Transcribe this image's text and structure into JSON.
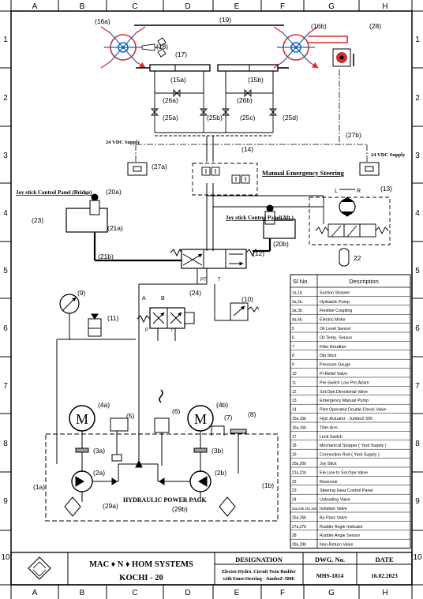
{
  "grid": {
    "columns": [
      "A",
      "B",
      "C",
      "D",
      "E",
      "F",
      "G",
      "H"
    ],
    "rows": [
      "1",
      "2",
      "3",
      "4",
      "5",
      "6",
      "7",
      "8",
      "9",
      "10"
    ]
  },
  "labels": {
    "l16a": "(16a)",
    "l19": "(19)",
    "l16b": "(16b)",
    "l28": "(28)",
    "l18": "(18)",
    "l17": "(17)",
    "l15a": "(15a)",
    "l15b": "(15b)",
    "l26a": "(26a)",
    "l26b": "(26b)",
    "l25a": "(25a)",
    "l25b": "(25b)",
    "l25c": "(25c)",
    "l25d": "(25d)",
    "l14": "(14)",
    "l27a": "(27a)",
    "l27b": "(27b)",
    "l13": "(13)",
    "l20a": "(20a)",
    "l23": "(23)",
    "l21a": "(21a)",
    "l21b": "(21b)",
    "l20b": "(20b)",
    "l12": "(12)",
    "l22": "22",
    "l9": "(9)",
    "l24": "(24)",
    "l10": "(10)",
    "l11": "(11)",
    "l4a": "(4a)",
    "l5": "(5)",
    "l6": "(6)",
    "l4b": "(4b)",
    "l7": "(7)",
    "l8": "(8)",
    "l3a": "(3a)",
    "l3b": "(3b)",
    "l2a": "(2a)",
    "l2b": "(2b)",
    "l1a": "(1a)",
    "l1b": "(1b)",
    "l29a": "(29a)",
    "l29b": "(29b)",
    "supply_left": "24 VDC Supply",
    "supply_right": "24 VDC Supply",
    "manual_steering": "Manual Emergency Steering",
    "joystick_bridge": "Joy stick Control Panel (Bridge)",
    "joystick_aft": "Joy stick Control Panel(Aft.)",
    "hpp": "HYDRAULIC POWER PACK",
    "m": "M",
    "lr_l": "L",
    "lr_r": "R",
    "ab_a": "A",
    "ab_b": "B",
    "p": "P",
    "t": "T",
    "pt": "PT"
  },
  "parts_table": {
    "header_no": "Sl No.",
    "header_desc": "Description",
    "rows": [
      {
        "no": "1a,1b.",
        "desc": "Suction Strainer"
      },
      {
        "no": "2a,2b.",
        "desc": "Hydraulic Pump"
      },
      {
        "no": "3a,3b.",
        "desc": "Flexible Coupling"
      },
      {
        "no": "4a,4b.",
        "desc": "Electric Motor"
      },
      {
        "no": "5",
        "desc": "Oil Level Sensor"
      },
      {
        "no": "6",
        "desc": "Oil Temp. Sensor"
      },
      {
        "no": "7",
        "desc": "Filler Breather"
      },
      {
        "no": "8",
        "desc": "Dip Stick"
      },
      {
        "no": "9",
        "desc": "Pressure Gauge"
      },
      {
        "no": "10",
        "desc": "Pr.Relief Valve"
      },
      {
        "no": "11",
        "desc": "Pre.Switch Low Pre.Alram"
      },
      {
        "no": "12",
        "desc": "Sol.Ope.Directional Valve"
      },
      {
        "no": "13",
        "desc": "Emergency Manual Pump"
      },
      {
        "no": "14",
        "desc": "Pilot Operated Double Check Valve"
      },
      {
        "no": "15a,15b",
        "desc": "Hyd. Actuator - JumboZ 500"
      },
      {
        "no": "16a,16b",
        "desc": "Tiller Arm"
      },
      {
        "no": "17",
        "desc": "Limit Switch"
      },
      {
        "no": "18",
        "desc": "Mechanical Stopper ( Yard Supply )"
      },
      {
        "no": "19",
        "desc": "Connection Rod ( Yard Supply )"
      },
      {
        "no": "20a,20b",
        "desc": "Joy Stick"
      },
      {
        "no": "21a,21b",
        "desc": "Ele.Line to Sol.Ope.Valve"
      },
      {
        "no": "22",
        "desc": "Reservoir"
      },
      {
        "no": "23",
        "desc": "Steering Gear Control Panel"
      },
      {
        "no": "24",
        "desc": "Unloading Valve"
      },
      {
        "no": "25a,25b 25c,25d",
        "desc": "Isolation Valve"
      },
      {
        "no": "26a,26b",
        "desc": "By-Pass Valve"
      },
      {
        "no": "27a,27b",
        "desc": "Rudder Angle Indicator"
      },
      {
        "no": "28",
        "desc": "Rudder Angle Sensor"
      },
      {
        "no": "29a,29b",
        "desc": "Non-Return Valve"
      }
    ]
  },
  "title_block": {
    "company": "MAC ♦ N ♦ HOM SYSTEMS",
    "city": "KOCHI - 20",
    "designation_head": "DESIGNATION",
    "designation_1": "Electro-Hydro. Circuit Twin Rudder",
    "designation_2": "with Emer.Steering - JumboZ-500E",
    "dwg_head": "DWG. No.",
    "dwg_no": "MHS-1814",
    "date_head": "DATE",
    "date": "16.02.2023"
  }
}
